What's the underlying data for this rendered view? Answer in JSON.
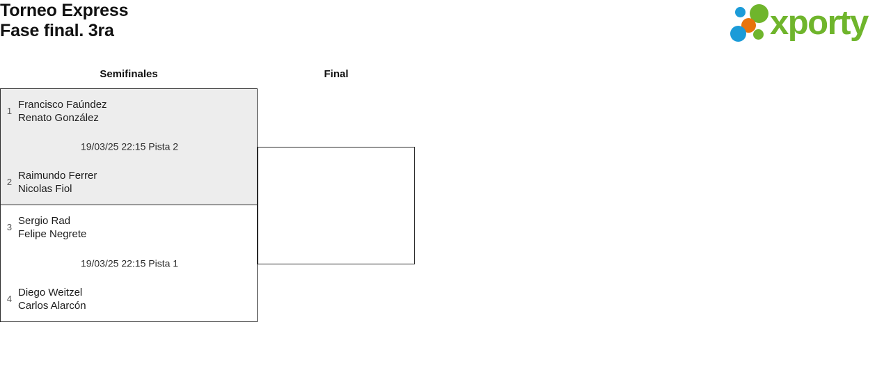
{
  "header": {
    "title": "Torneo Express",
    "subtitle": "Fase final. 3ra"
  },
  "logo": {
    "wordmark": "xporty",
    "colors": {
      "green": "#6fb52c",
      "blue": "#1b9bd8",
      "orange": "#e8740c"
    }
  },
  "bracket": {
    "rounds": [
      {
        "label": "Semifinales"
      },
      {
        "label": "Final"
      }
    ],
    "matches": [
      {
        "round": 0,
        "info": "19/03/25 22:15 Pista 2",
        "teams": [
          {
            "seed": "1",
            "players": [
              "Francisco Faúndez",
              "Renato González"
            ]
          },
          {
            "seed": "2",
            "players": [
              "Raimundo Ferrer",
              "Nicolas Fiol"
            ]
          }
        ]
      },
      {
        "round": 0,
        "info": "19/03/25 22:15 Pista 1",
        "teams": [
          {
            "seed": "3",
            "players": [
              "Sergio Rad",
              "Felipe Negrete"
            ]
          },
          {
            "seed": "4",
            "players": [
              "Diego Weitzel",
              "Carlos Alarcón"
            ]
          }
        ]
      },
      {
        "round": 1,
        "info": "",
        "teams": []
      }
    ]
  }
}
